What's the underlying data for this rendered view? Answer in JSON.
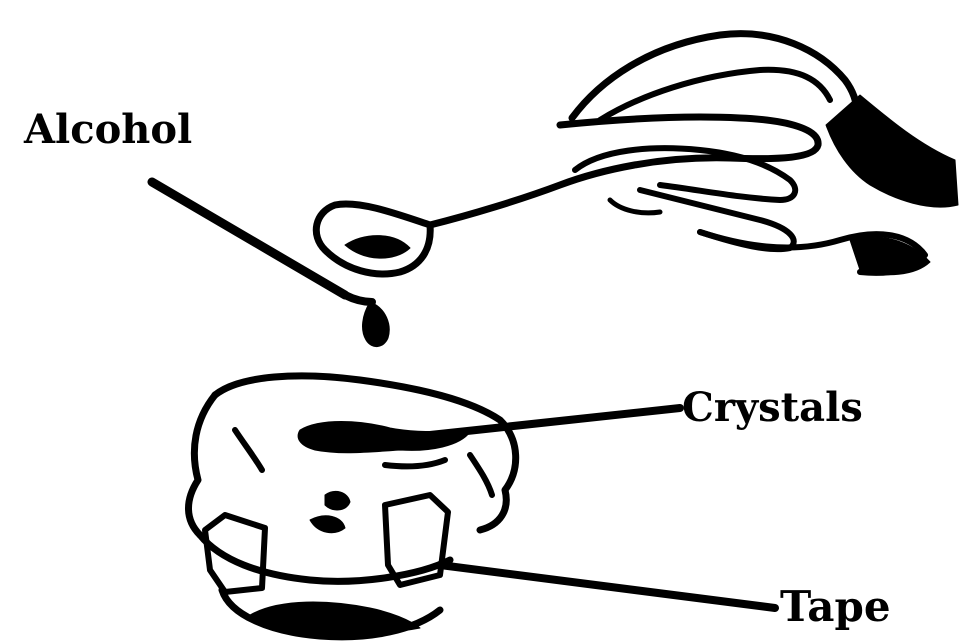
{
  "labels": {
    "alcohol": "Alcohol",
    "crystals": "Crystals",
    "tape": "Tape"
  },
  "colors": {
    "ink": "#000000",
    "background": "#ffffff"
  }
}
